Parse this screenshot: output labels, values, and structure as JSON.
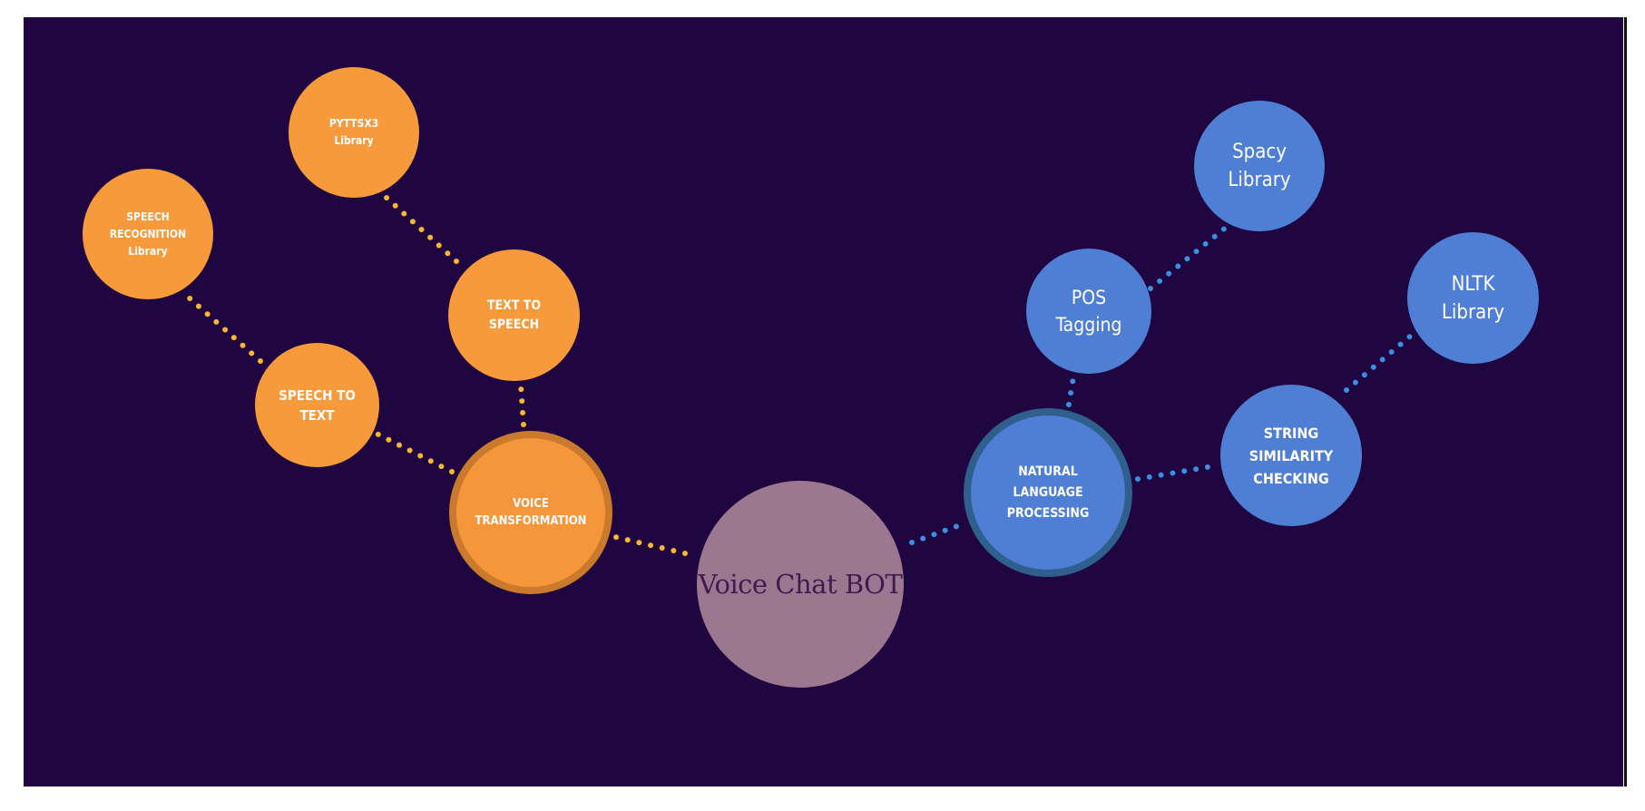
{
  "diagram": {
    "center": {
      "label": "Voice Chat BOT"
    },
    "voice_branch": {
      "hub": {
        "label": "VOICE\nTRANSFORMATION"
      },
      "speech_to_text": {
        "label": "SPEECH TO\nTEXT"
      },
      "speech_recognition": {
        "label": "SPEECH\nRECOGNITION\nLibrary"
      },
      "text_to_speech": {
        "label": "TEXT TO\nSPEECH"
      },
      "pyttsx3": {
        "label": "PYTTSX3\nLibrary"
      }
    },
    "nlp_branch": {
      "hub": {
        "label": "NATURAL\nLANGUAGE\nPROCESSING"
      },
      "pos_tagging": {
        "label": "POS\nTagging"
      },
      "spacy": {
        "label": "Spacy\nLibrary"
      },
      "string_similarity": {
        "label": "STRING\nSIMILARITY\nCHECKING"
      },
      "nltk": {
        "label": "NLTK\nLibrary"
      }
    },
    "colors": {
      "background": "#200640",
      "orange_node": "#f79a3b",
      "blue_node": "#4e7fd5",
      "center_node": "#9c7890",
      "orange_link": "#f7b733",
      "blue_link": "#3a8fe0"
    }
  }
}
